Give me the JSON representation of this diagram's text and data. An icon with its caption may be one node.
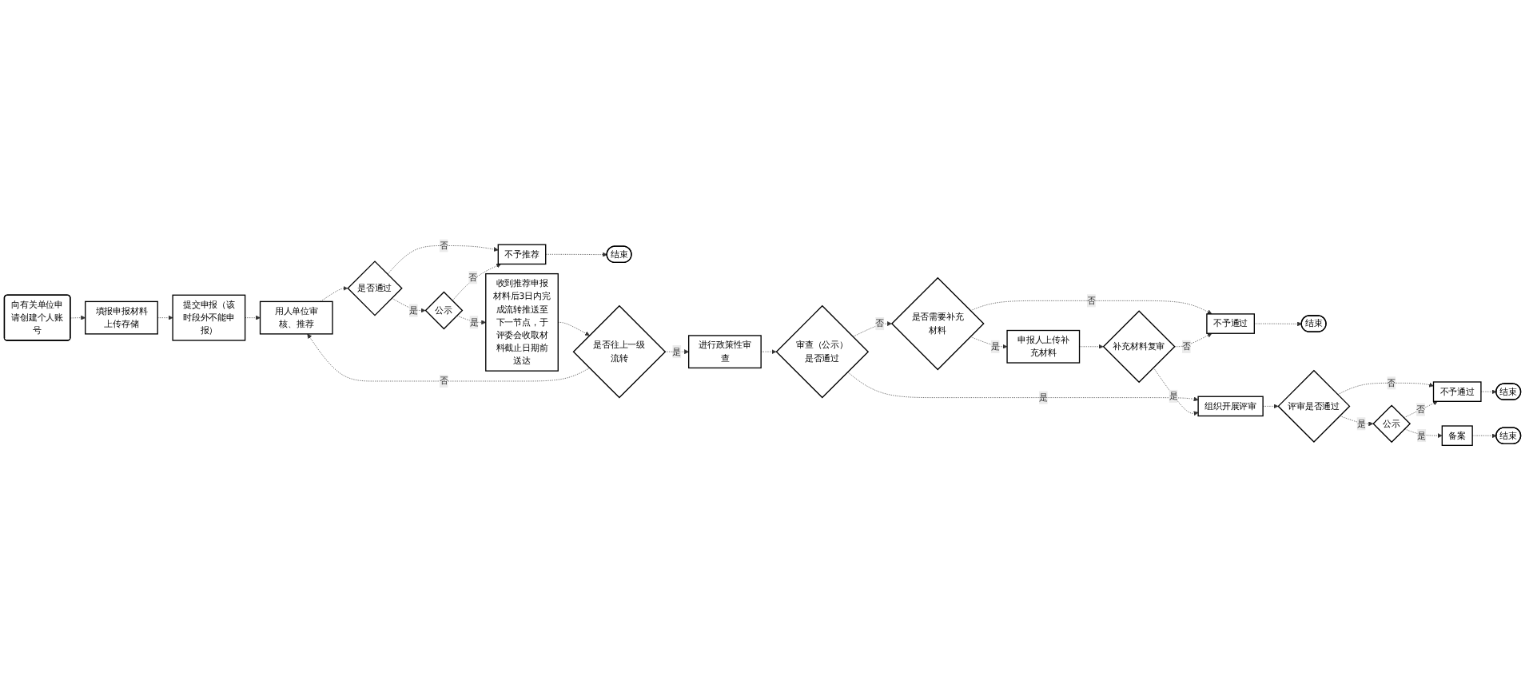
{
  "diagram": {
    "nodes": [
      {
        "text": [
          "向有关单位申请创建个人账号"
        ]
      },
      {
        "text": [
          "填报申报材料上传存储"
        ]
      },
      {
        "text": [
          "提交申报（该时段外不能申报）"
        ]
      },
      {
        "text": [
          "用人单位审核、推荐"
        ]
      },
      {
        "text": [
          "是否通过"
        ]
      },
      {
        "text": [
          "公示"
        ]
      },
      {
        "text": [
          "不予推荐"
        ]
      },
      {
        "text": [
          "结束"
        ]
      },
      {
        "text": [
          "收到推荐申报材料后3日内完成流转推送至下一节点，于评委会收取材料截止日期前送达"
        ]
      },
      {
        "text": [
          "是否往上一级流转"
        ]
      },
      {
        "text": [
          "进行政策性审查"
        ]
      },
      {
        "text": [
          "审查（公示）是否通过"
        ]
      },
      {
        "text": [
          "是否需要补充材料"
        ]
      },
      {
        "text": [
          "申报人上传补充材料"
        ]
      },
      {
        "text": [
          "补充材料复审"
        ]
      },
      {
        "text": [
          "不予通过"
        ]
      },
      {
        "text": [
          "结束"
        ]
      },
      {
        "text": [
          "组织开展评审"
        ]
      },
      {
        "text": [
          "评审是否通过"
        ]
      },
      {
        "text": [
          "不予通过"
        ]
      },
      {
        "text": [
          "公示"
        ]
      },
      {
        "text": [
          "结束"
        ]
      },
      {
        "text": [
          "备案"
        ]
      },
      {
        "text": [
          "结束"
        ]
      }
    ],
    "edges": [
      {
        "from": 0,
        "to": 1,
        "arrow": "to",
        "style": "dashed"
      },
      {
        "from": 1,
        "to": 2,
        "arrow": "to",
        "style": "dashed"
      },
      {
        "from": 2,
        "to": 3,
        "arrow": "to",
        "style": "dashed"
      },
      {
        "from": 3,
        "to": 4,
        "arrow": "to",
        "style": "dashed"
      },
      {
        "from": 4,
        "to": 5,
        "label": "是",
        "arrow": "to",
        "style": "dashed"
      },
      {
        "from": 4,
        "to": 6,
        "label": "否",
        "arrow": "to",
        "style": "dashed"
      },
      {
        "from": 5,
        "to": 8,
        "label": "是",
        "arrow": "to",
        "style": "dashed"
      },
      {
        "from": 5,
        "to": 6,
        "label": "否",
        "arrow": "to",
        "style": "dashed"
      },
      {
        "from": 6,
        "to": 7,
        "arrow": "to",
        "style": "dashed"
      },
      {
        "from": 8,
        "to": 9,
        "arrow": "to",
        "style": "dashed"
      },
      {
        "from": 9,
        "to": 10,
        "label": "是",
        "arrow": "to",
        "style": "dashed"
      },
      {
        "from": 9,
        "to": 3,
        "label": "否",
        "arrow": "to",
        "style": "dashed"
      },
      {
        "from": 10,
        "to": 11,
        "arrow": "to",
        "style": "dashed"
      },
      {
        "from": 11,
        "to": 17,
        "label": "是",
        "arrow": "to",
        "style": "dashed"
      },
      {
        "from": 11,
        "to": 12,
        "label": "否",
        "arrow": "to",
        "style": "dashed"
      },
      {
        "from": 12,
        "to": 13,
        "label": "是",
        "arrow": "to",
        "style": "dashed"
      },
      {
        "from": 12,
        "to": 15,
        "label": "否",
        "arrow": "to",
        "style": "dashed"
      },
      {
        "from": 13,
        "to": 14,
        "arrow": "to",
        "style": "dashed"
      },
      {
        "from": 14,
        "to": 15,
        "label": "否",
        "arrow": "to",
        "style": "dashed"
      },
      {
        "from": 14,
        "to": 17,
        "label": "是",
        "arrow": "to",
        "style": "dashed"
      },
      {
        "from": 15,
        "to": 16,
        "arrow": "to",
        "style": "dashed"
      },
      {
        "from": 17,
        "to": 18,
        "arrow": "to",
        "style": "dashed"
      },
      {
        "from": 18,
        "to": 19,
        "label": "否",
        "arrow": "to",
        "style": "dashed"
      },
      {
        "from": 18,
        "to": 20,
        "label": "是",
        "arrow": "to",
        "style": "dashed"
      },
      {
        "from": 20,
        "to": 19,
        "label": "否",
        "arrow": "to",
        "style": "dashed"
      },
      {
        "from": 20,
        "to": 22,
        "label": "是",
        "arrow": "to",
        "style": "dashed"
      },
      {
        "from": 19,
        "to": 21,
        "arrow": "to",
        "style": "dashed"
      },
      {
        "from": 22,
        "to": 23,
        "arrow": "to",
        "style": "dashed"
      }
    ]
  }
}
